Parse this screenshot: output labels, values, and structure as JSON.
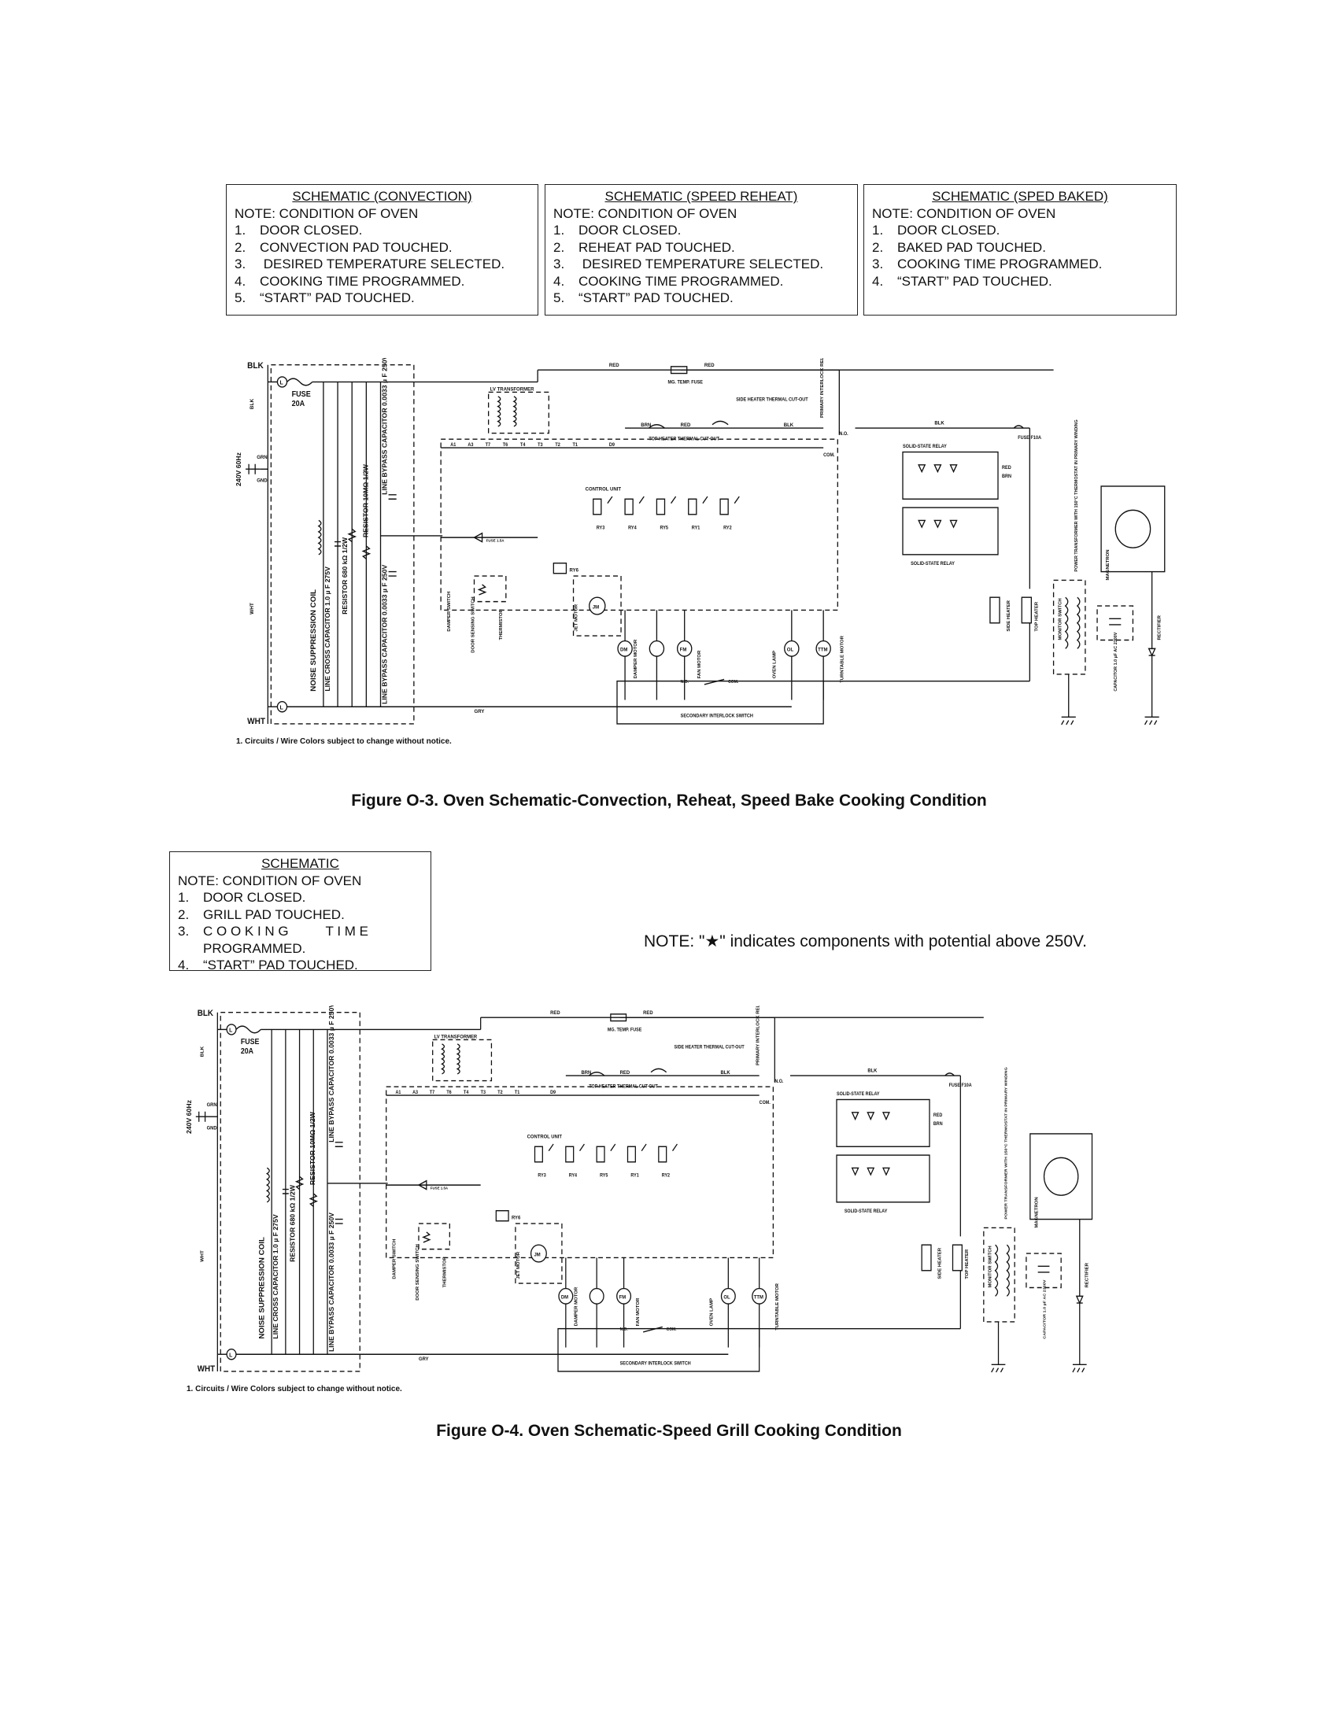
{
  "figure3": {
    "boxes": [
      {
        "heading": "SCHEMATIC (CONVECTION)",
        "note": "NOTE: CONDITION OF OVEN",
        "items": [
          {
            "n": "1.",
            "t": "DOOR CLOSED."
          },
          {
            "n": "2.",
            "t": "CONVECTION PAD TOUCHED."
          },
          {
            "n": "3.",
            "t": " DESIRED TEMPERATURE SELECTED."
          },
          {
            "n": "4.",
            "t": "COOKING TIME PROGRAMMED."
          },
          {
            "n": "5.",
            "t": "“START” PAD TOUCHED."
          }
        ]
      },
      {
        "heading": "SCHEMATIC (SPEED REHEAT)",
        "note": "NOTE: CONDITION OF OVEN",
        "items": [
          {
            "n": "1.",
            "t": "DOOR CLOSED."
          },
          {
            "n": "2.",
            "t": "REHEAT PAD TOUCHED."
          },
          {
            "n": "3.",
            "t": " DESIRED TEMPERATURE SELECTED."
          },
          {
            "n": "4.",
            "t": "COOKING TIME PROGRAMMED."
          },
          {
            "n": "5.",
            "t": "“START” PAD TOUCHED."
          }
        ]
      },
      {
        "heading": "SCHEMATIC (SPED BAKED)",
        "note": "NOTE: CONDITION OF OVEN",
        "items": [
          {
            "n": "1.",
            "t": "DOOR CLOSED."
          },
          {
            "n": "2.",
            "t": "BAKED PAD TOUCHED."
          },
          {
            "n": "3.",
            "t": "COOKING TIME PROGRAMMED."
          },
          {
            "n": "4.",
            "t": "“START” PAD TOUCHED."
          }
        ]
      }
    ],
    "caption": "Figure O-3. Oven Schematic-Convection, Reheat, Speed Bake Cooking Condition"
  },
  "figure4": {
    "box": {
      "heading": "SCHEMATIC",
      "note": "NOTE: CONDITION OF OVEN",
      "items": [
        {
          "n": "1.",
          "t": "DOOR CLOSED."
        },
        {
          "n": "2.",
          "t": "GRILL PAD TOUCHED."
        },
        {
          "n": "3.",
          "t": "C O O K I N G          T I M E PROGRAMMED."
        },
        {
          "n": "4.",
          "t": "“START” PAD TOUCHED."
        }
      ]
    },
    "star_note": "NOTE: \"★\" indicates components with potential above 250V.",
    "caption": "Figure O-4. Oven Schematic-Speed Grill Cooking Condition"
  },
  "schematic": {
    "wire_blk": "BLK",
    "wire_wht": "WHT",
    "wire_red": "RED",
    "wire_brn": "BRN",
    "wire_gry": "GRY",
    "wire_grn": "GRN",
    "gnd": "GND",
    "supply": "240V 60Hz",
    "fuse_main": "FUSE\n20A",
    "noise_coil": "NOISE SUPPRESSION COIL",
    "line_cross_cap": "LINE CROSS CAPACITOR 1.0 µ F 275V",
    "resistor_680": "RESISTOR 680 kΩ  1/2W",
    "resistor_10m": "RESISTOR 10MΩ  1/2W",
    "bypass_cap": "LINE BYPASS CAPACITOR 0.0033 µ F 250V",
    "mg_fuse": "MG. TEMP. FUSE",
    "lv_transformer": "LV TRANSFORMER",
    "side_heater_cutout": "SIDE HEATER THERMAL CUT-OUT",
    "top_heater_cutout": "TOP HEATER THERMAL CUT-OUT",
    "primary_interlock": "PRIMARY INTERLOCK RELAY",
    "no": "N.O.",
    "com": "COM.",
    "solid_state_relay": "SOLID-STATE RELAY",
    "fuse_f10a": "FUSE F10A",
    "control_unit": "CONTROL UNIT",
    "relays": [
      "RY3",
      "RY4",
      "RY5",
      "RY1",
      "RY2"
    ],
    "ry6": "RY6",
    "damper_switch": "DAMPER SWITCH",
    "door_sensing_switch": "DOOR SENSING SWITCH",
    "thermistor": "THERMISTOR",
    "jet_motor": "JET MOTOR",
    "damper_motor": "DAMPER MOTOR",
    "fan_motor": "FAN MOTOR",
    "oven_lamp": "OVEN LAMP",
    "turntable_motor": "TURNTABLE MOTOR",
    "side_heater": "SIDE HEATER",
    "top_heater": "TOP HEATER",
    "monitor_switch": "MONITOR SWITCH",
    "power_transformer": "POWER TRANSFORMER WITH 150°C THERMOSTAT IN PRIMARY WINDING",
    "magnetron": "MAGNETRON",
    "capacitor": "CAPACITOR 1.0 µF AC 2300V",
    "rectifier": "RECTIFIER",
    "secondary_interlock": "SECONDARY INTERLOCK SWITCH",
    "dm": "DM",
    "fm": "FM",
    "jm": "JM",
    "ol": "OL",
    "ttm": "TTM",
    "notes_title": "NOTES:",
    "notes_1": "1.  Circuits / Wire Colors subject to change without notice."
  }
}
